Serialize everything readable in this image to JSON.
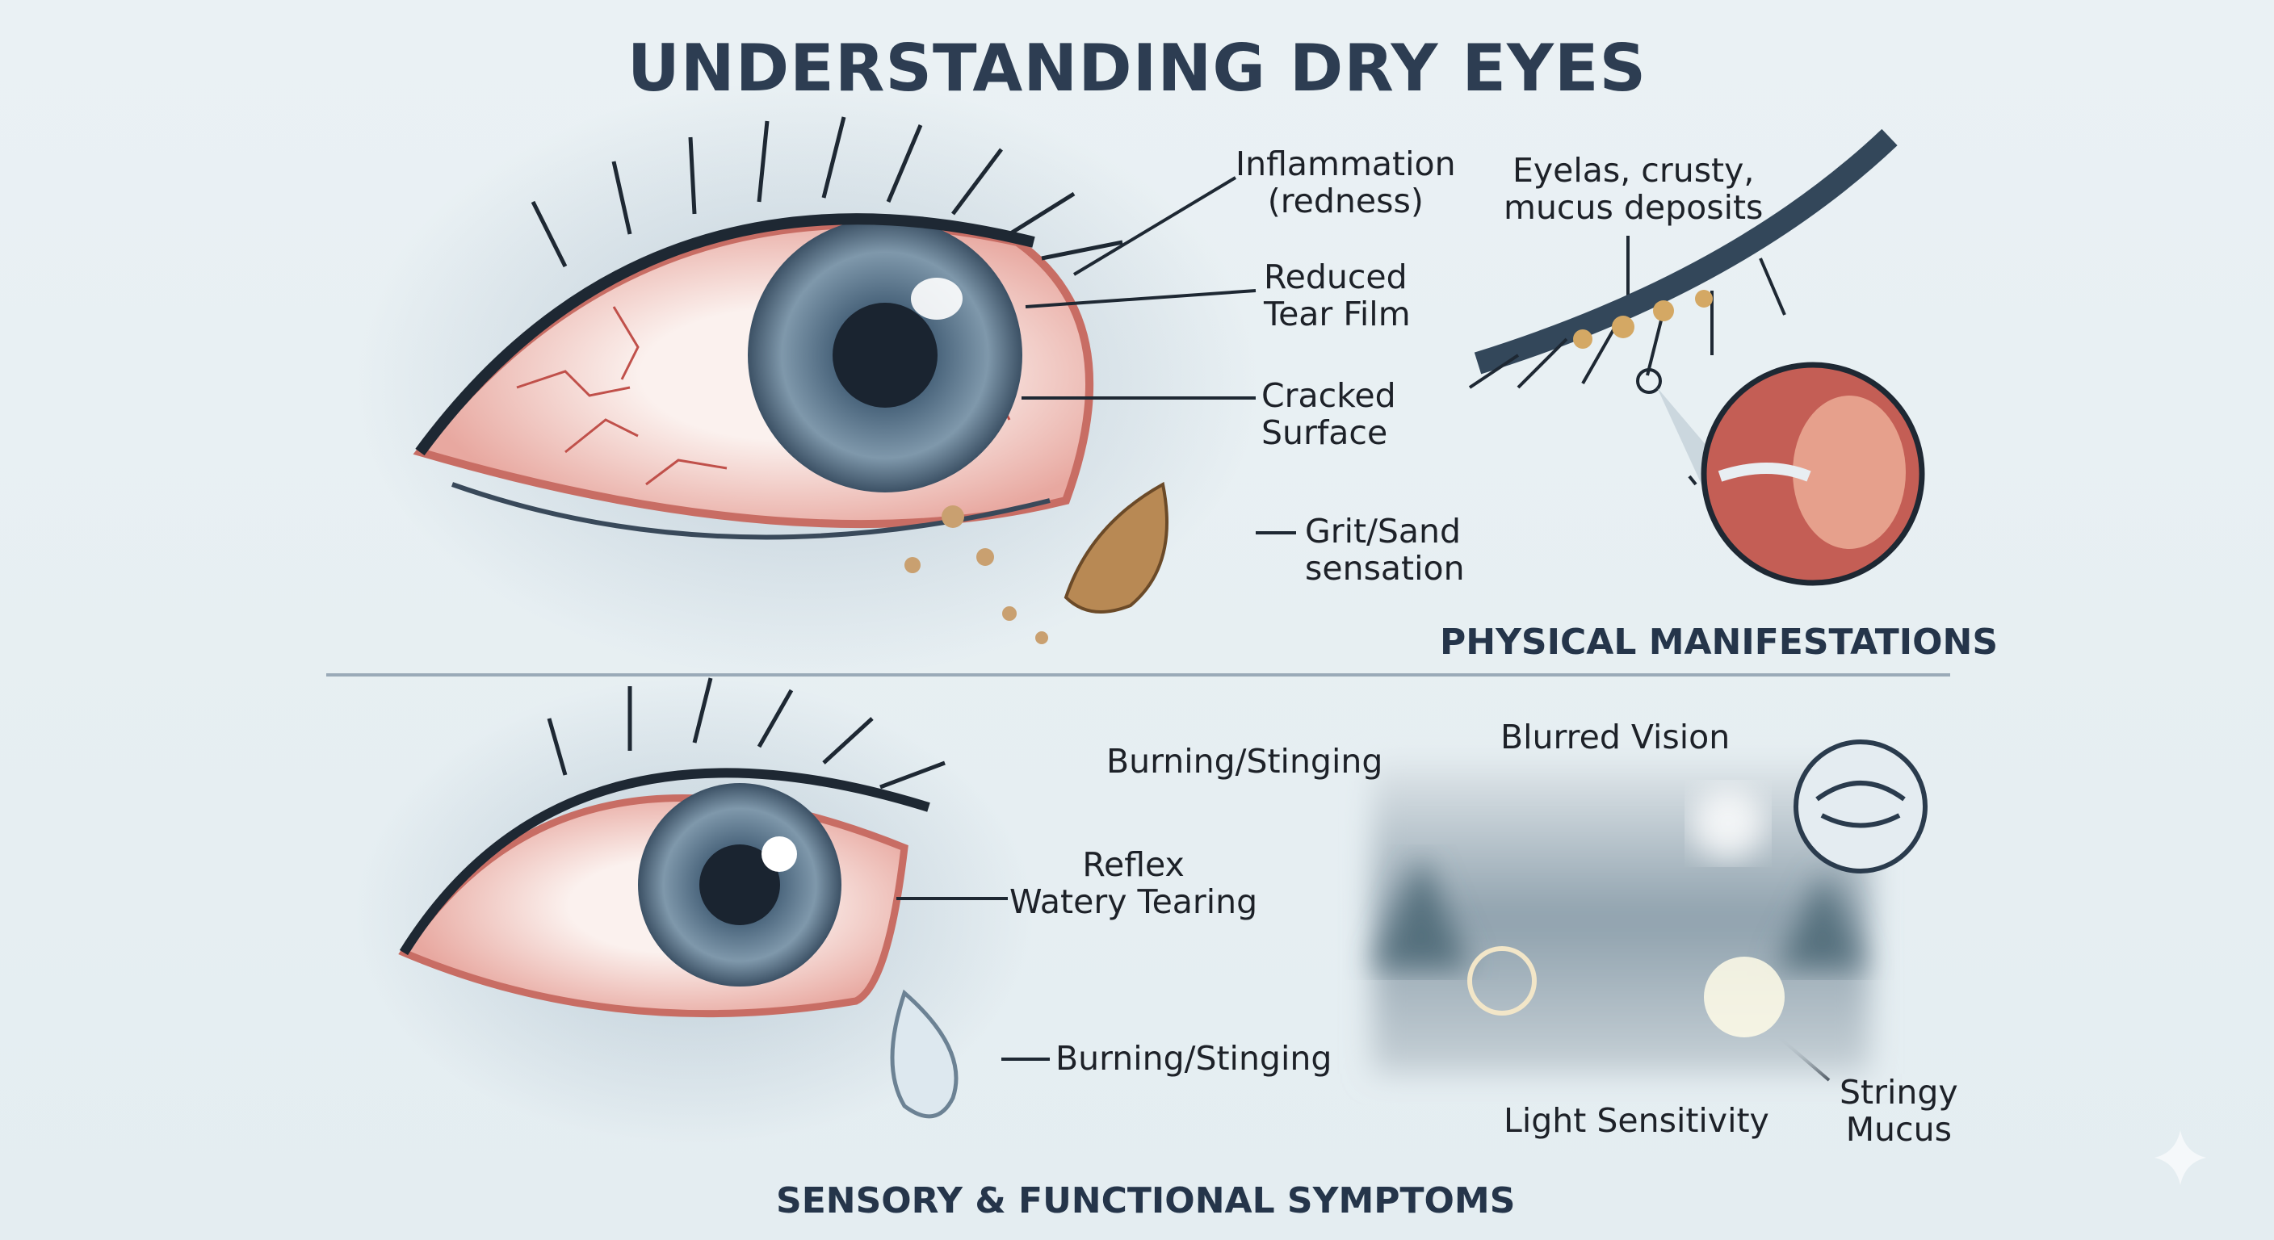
{
  "title": "UNDERSTANDING DRY EYES",
  "physical": {
    "heading": "PHYSICAL MANIFESTATIONS",
    "labels": {
      "inflammation": [
        "Inflammation",
        "(redness)"
      ],
      "tear_film": [
        "Reduced",
        "Tear Film"
      ],
      "cracked": [
        "Cracked",
        "Surface"
      ],
      "grit": [
        "Grit/Sand",
        "sensation"
      ],
      "eyelash": [
        "Eyelas, crusty,",
        "mucus deposits"
      ]
    }
  },
  "sensory": {
    "heading": "SENSORY & FUNCTIONAL SYMPTOMS",
    "labels": {
      "burning_top": "Burning/Stinging",
      "blurred": "Blurred Vision",
      "tearing": [
        "Reflex",
        "Watery Tearing"
      ],
      "burning_bottom": "Burning/Stinging",
      "light": "Light Sensitivity",
      "mucus": [
        "Stringy",
        "Mucus"
      ]
    }
  },
  "colors": {
    "title": "#2d3d52",
    "redness": "#c0504a",
    "iris": "#5d7a92"
  }
}
